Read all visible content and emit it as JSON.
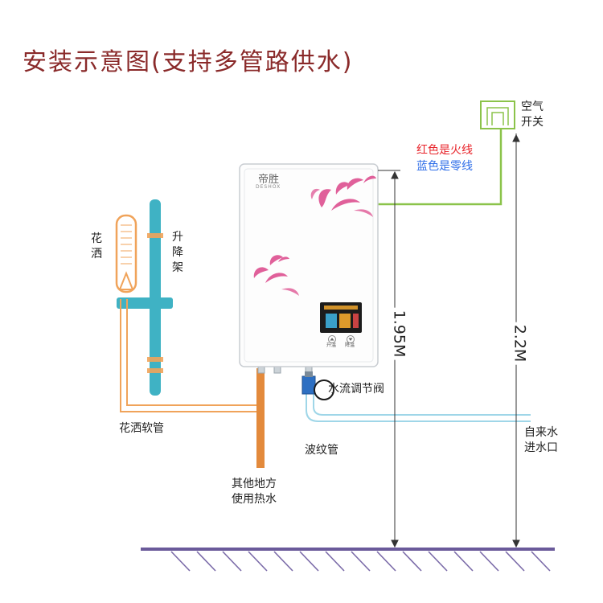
{
  "title": "安装示意图(支持多管路供水)",
  "labels": {
    "air_switch": "空气开关",
    "red_is_live": "红色是火线",
    "blue_is_neutral": "蓝色是零线",
    "shower_head": "花洒",
    "lift_rack": "升降架",
    "flow_valve": "水流调节阀",
    "shower_hose": "花洒软管",
    "corrugated_pipe": "波纹管",
    "other_hot_water": "其他地方使用热水",
    "other_hot_water_line1": "其他地方",
    "other_hot_water_line2": "使用热水",
    "tap_water": "自来水进水口",
    "tap_water_line1": "自来水",
    "tap_water_line2": "进水口",
    "height_heater": "1.95M",
    "height_switch": "2.2M"
  },
  "heater": {
    "brand_cn": "帝胜",
    "brand_en": "DESHOX",
    "btn_up": "升温",
    "btn_down": "降温"
  },
  "colors": {
    "title": "#8a2a2a",
    "live_wire_text": "#e8232a",
    "neutral_wire_text": "#2f6ee8",
    "power_cable": "#8bc34a",
    "hot_water_pipe": "#f0a35a",
    "cold_water_pipe": "#9fd6e8",
    "lift_rack": "#3fb2c4",
    "outlet_pipe": "#e38a3c",
    "valve": "#2d6fc2",
    "floral": "#e0609a"
  }
}
